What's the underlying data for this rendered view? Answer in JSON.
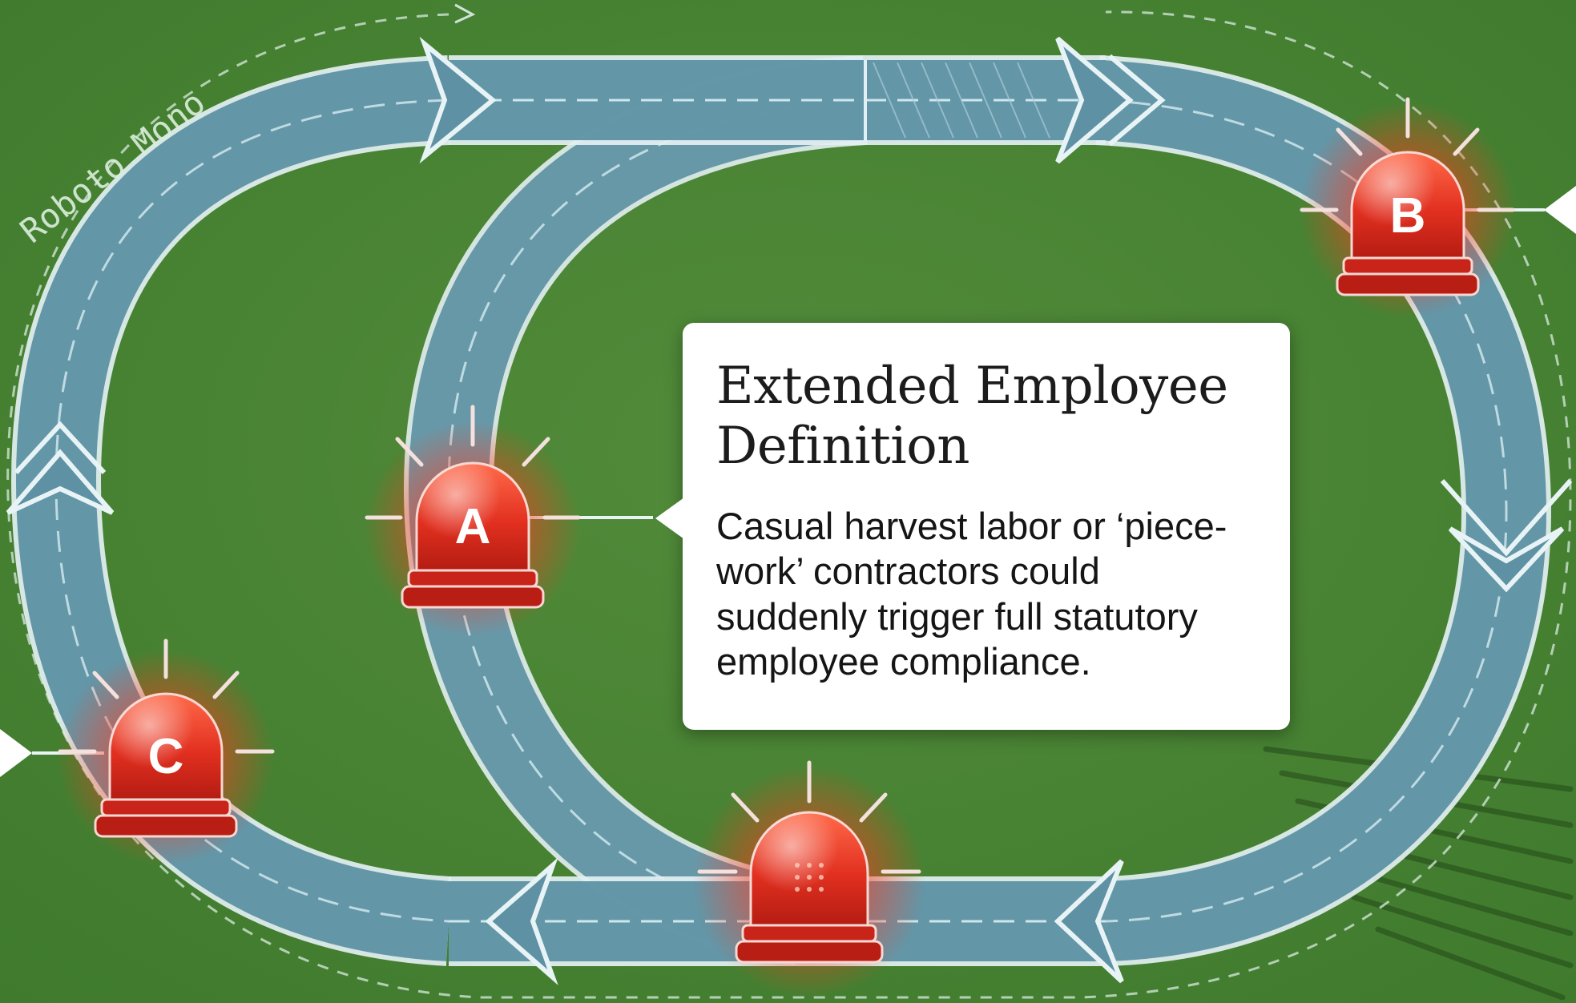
{
  "watermark_text": "Roboto Mono",
  "callout": {
    "title": "Extended Employee Definition",
    "body": "Casual harvest labor or ‘piece-work’ contractors could suddenly trigger full statutory employee compliance."
  },
  "alarms": [
    {
      "id": "A",
      "label": "A"
    },
    {
      "id": "B",
      "label": "B"
    },
    {
      "id": "C",
      "label": "C"
    },
    {
      "id": "D",
      "label": ""
    }
  ],
  "colors": {
    "background": "#4b8434",
    "arrow_fill": "#5a8ea0",
    "arrow_outline": "#dfeef2",
    "alarm_red": "#e03224",
    "alarm_glow": "#ff3a1e",
    "callout_bg": "#ffffff"
  }
}
